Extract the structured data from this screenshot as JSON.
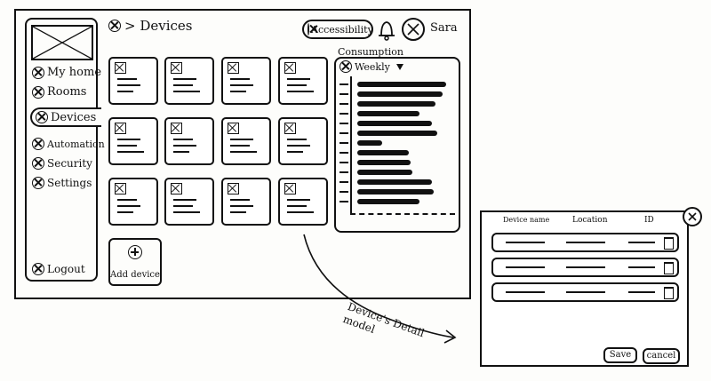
{
  "header": {
    "breadcrumb": "> Devices",
    "accessibility_label": "Accessibility",
    "user_name": "Sara"
  },
  "sidebar": {
    "items": [
      {
        "label": "My home"
      },
      {
        "label": "Rooms"
      },
      {
        "label": "Devices"
      },
      {
        "label": "Automation"
      },
      {
        "label": "Security"
      },
      {
        "label": "Settings"
      }
    ],
    "logout_label": "Logout"
  },
  "devices": {
    "add_label": "Add device"
  },
  "consumption": {
    "title": "Consumption",
    "period": "Weekly"
  },
  "annotation": {
    "text_line1": "Device's Detail",
    "text_line2": "model"
  },
  "modal": {
    "columns": [
      "Device name",
      "Location",
      "ID"
    ],
    "save_label": "Save",
    "cancel_label": "cancel"
  }
}
